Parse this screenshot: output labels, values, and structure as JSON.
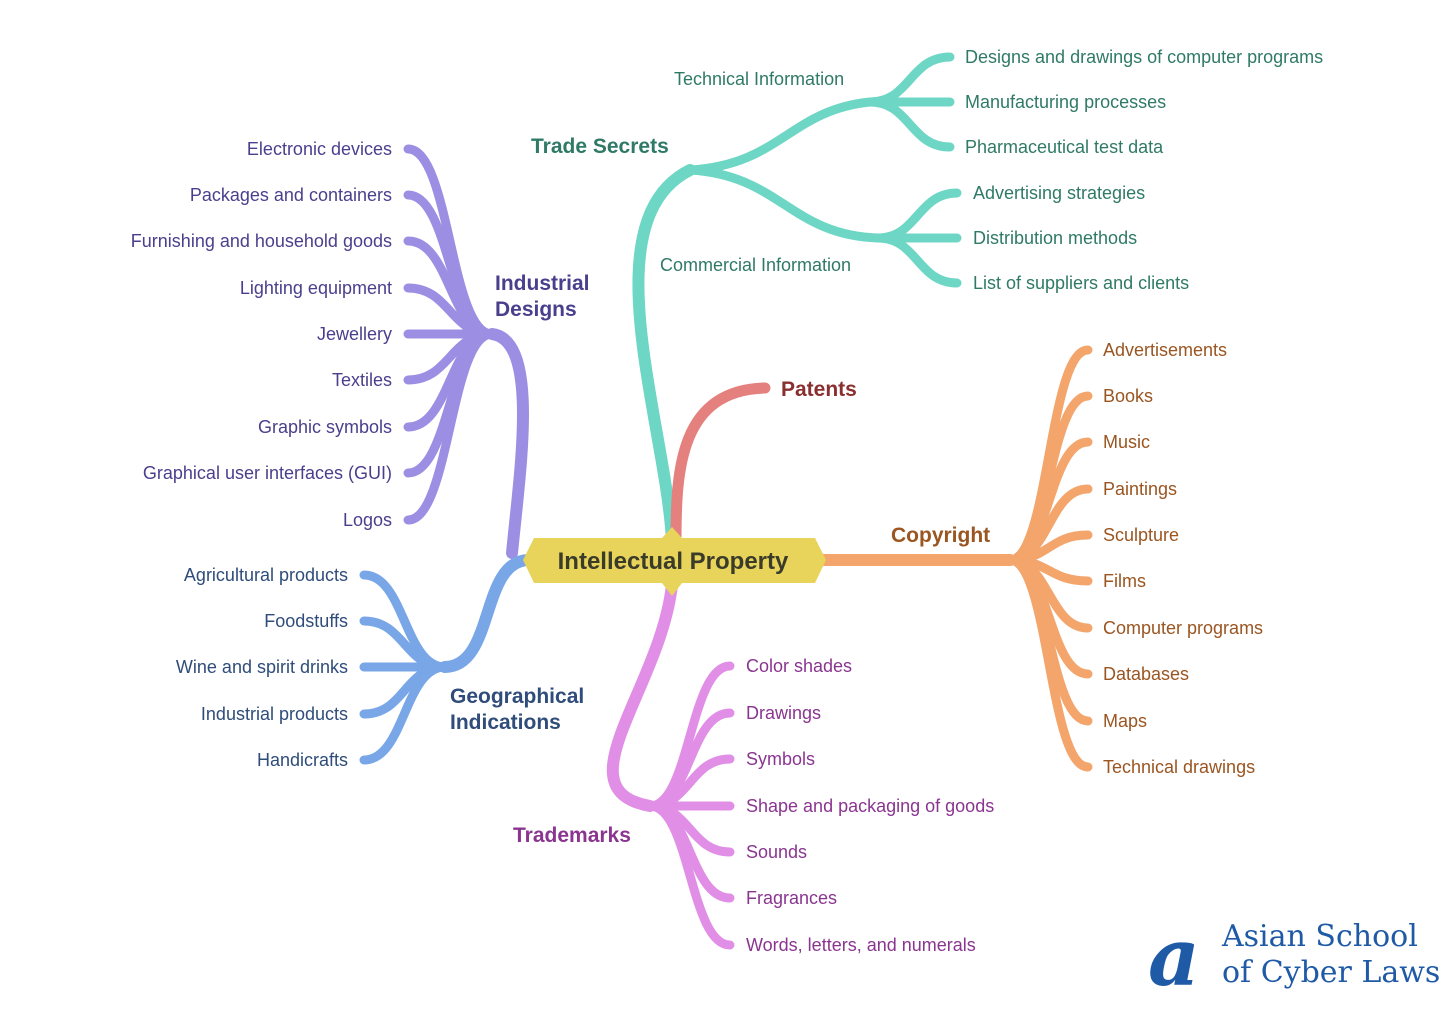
{
  "center": {
    "label": "Intellectual Property"
  },
  "colors": {
    "center_fill": "#e8d45a",
    "trade_secrets_line": "#6dd6c4",
    "trade_secrets_text": "#2f7a66",
    "patents_line": "#e4807d",
    "patents_text": "#8a2f2f",
    "copyright_line": "#f3a56c",
    "copyright_text": "#9a5520",
    "industrial_line": "#9c8fe3",
    "industrial_text": "#4a3f8c",
    "geo_line": "#78a6e6",
    "geo_text": "#2f4c7a",
    "trademarks_line": "#e18fe6",
    "trademarks_text": "#8a3590",
    "logo": "#1f5aa6"
  },
  "branches": {
    "trade_secrets": {
      "title": "Trade Secrets",
      "technical": {
        "title": "Technical Information",
        "items": [
          "Designs and drawings of computer programs",
          "Manufacturing processes",
          "Pharmaceutical test data"
        ]
      },
      "commercial": {
        "title": "Commercial Information",
        "items": [
          "Advertising strategies",
          "Distribution methods",
          "List of suppliers and clients"
        ]
      }
    },
    "patents": {
      "title": "Patents"
    },
    "copyright": {
      "title": "Copyright",
      "items": [
        "Advertisements",
        "Books",
        "Music",
        "Paintings",
        "Sculpture",
        "Films",
        "Computer programs",
        "Databases",
        "Maps",
        "Technical drawings"
      ]
    },
    "industrial_designs": {
      "title_line1": "Industrial",
      "title_line2": "Designs",
      "items": [
        "Electronic devices",
        "Packages and containers",
        "Furnishing and household goods",
        "Lighting equipment",
        "Jewellery",
        "Textiles",
        "Graphic symbols",
        "Graphical user interfaces (GUI)",
        "Logos"
      ]
    },
    "geographical_indications": {
      "title_line1": "Geographical",
      "title_line2": "Indications",
      "items": [
        "Agricultural products",
        "Foodstuffs",
        "Wine and spirit drinks",
        "Industrial products",
        "Handicrafts"
      ]
    },
    "trademarks": {
      "title": "Trademarks",
      "items": [
        "Color shades",
        "Drawings",
        "Symbols",
        "Shape and packaging of goods",
        "Sounds",
        "Fragrances",
        "Words, letters, and numerals"
      ]
    }
  },
  "logo": {
    "mark": "a",
    "line1": "Asian School",
    "line2": "of Cyber Laws"
  }
}
